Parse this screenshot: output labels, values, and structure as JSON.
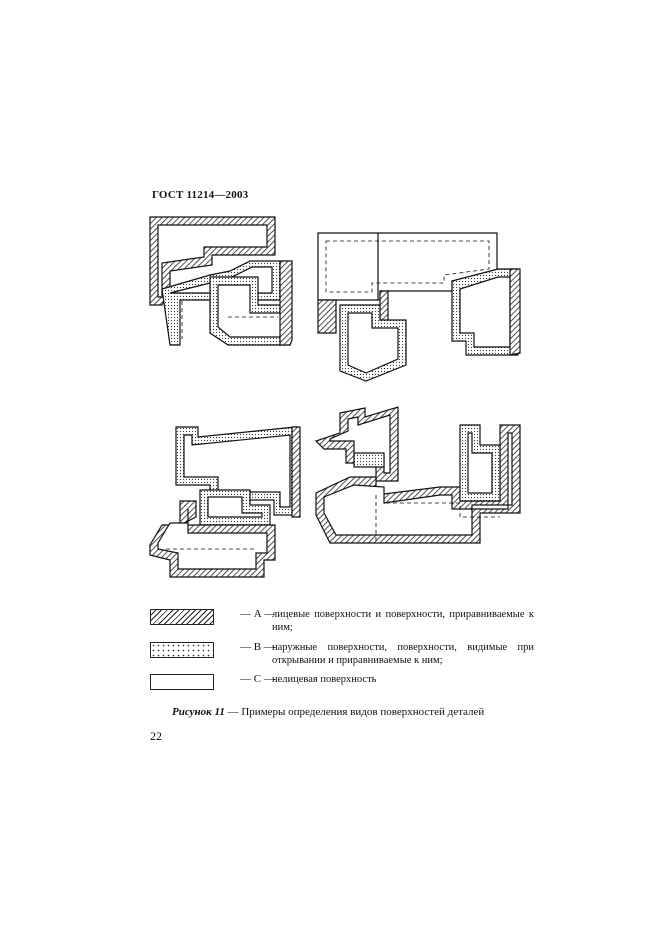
{
  "header": {
    "doc_code": "ГОСТ 11214—2003"
  },
  "legend": [
    {
      "id": "A",
      "label": "— А —",
      "text": "лицевые поверхности и поверхности, приравниваемые к ним;",
      "pattern": "hatch"
    },
    {
      "id": "B",
      "label": "— В —",
      "text": "наружные поверхности, поверхности, видимые при открывании и приравниваемые к ним;",
      "pattern": "dots"
    },
    {
      "id": "C",
      "label": "— С —",
      "text": "нелицевая поверхность",
      "pattern": "plain"
    }
  ],
  "caption": {
    "prefix": "Рисунок 11",
    "text": " — Примеры определения видов поверхностей деталей"
  },
  "page_number": "22"
}
